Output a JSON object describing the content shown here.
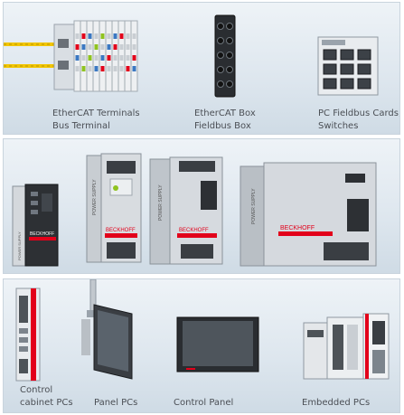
{
  "row1": {
    "items": [
      {
        "line1": "EtherCAT Terminals",
        "line2": "Bus Terminal"
      },
      {
        "line1": "EtherCAT Box",
        "line2": "Fieldbus Box"
      },
      {
        "line1": "PC Fieldbus Cards,",
        "line2": "Switches"
      }
    ]
  },
  "row2": {
    "items": [
      {
        "brand": "BECKHOFF",
        "side": "POWER SUPPLY"
      },
      {
        "brand": "BECKHOFF",
        "side": "POWER SUPPLY"
      },
      {
        "brand": "BECKHOFF",
        "side": "POWER SUPPLY"
      },
      {
        "brand": "BECKHOFF",
        "side": "POWER SUPPLY"
      }
    ]
  },
  "row3": {
    "items": [
      {
        "line1": "Control",
        "line2": "cabinet PCs"
      },
      {
        "line1": "Panel PCs",
        "line2": ""
      },
      {
        "line1": "Control Panel",
        "line2": ""
      },
      {
        "line1": "Embedded PCs",
        "line2": ""
      }
    ]
  },
  "colors": {
    "accent": "#e2001a",
    "cable": "#f2c500"
  }
}
